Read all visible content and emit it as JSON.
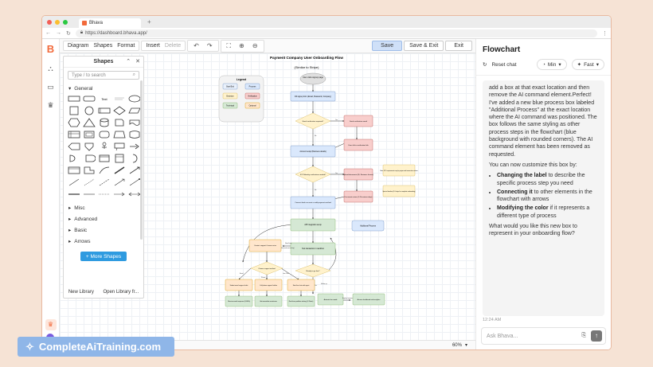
{
  "browser": {
    "tab_title": "Bhava",
    "url": "https://dashboard.bhava.app/"
  },
  "menu": {
    "items": [
      "Diagram",
      "Shapes",
      "Format"
    ],
    "edit_items": [
      "Insert",
      "Delete"
    ],
    "save": "Save",
    "save_exit": "Save & Exit",
    "exit": "Exit"
  },
  "shapes_panel": {
    "title": "Shapes",
    "search_placeholder": "Type / to search",
    "general": "General",
    "categories": [
      "Misc",
      "Advanced",
      "Basic",
      "Arrows"
    ],
    "more_shapes": "+ More Shapes",
    "new_library": "New Library",
    "open_library": "Open Library fr..."
  },
  "diagram": {
    "title": "Payment Company User Onboarding Flow",
    "subtitle": "(Similar to Stripe)",
    "legend_title": "Legend",
    "legend": [
      "Start/End",
      "Process",
      "Decision",
      "Verification",
      "Technical",
      "Optional"
    ],
    "nodes": {
      "visit": "User visits signup page",
      "signup": "Fill signup form (Email, Password, Company)",
      "email_q": "Email verification required?",
      "send_email": "Send verification email",
      "click_link": "User clicks verification link",
      "account_setup": "Account setup (Business details)",
      "kyc_q": "KYC/Identity verification needed?",
      "upload": "Upload documents (ID, Business license)",
      "review": "Document review (1-3 business days)",
      "note_kyc": "Note: KYC requirements vary by region and transaction volume",
      "special": "Special timeline (3-5 days for complete onboarding)",
      "connect_bank": "Connect bank account or add payment method",
      "api": "API integration setup",
      "additional": "Additional Process",
      "contact": "Contact support if issues arise",
      "test": "Test transaction in sandbox",
      "ready_q": "Ready to go live?",
      "choose": "Choose support method",
      "ticket": "Submit email support ticket",
      "phone": "Call phone support hotline",
      "chat": "Start live chat with agent",
      "resolution": "Receive email response (24-48h)",
      "immediate": "Get immediate assistance",
      "realtime": "Real-time problem solving (5-15min)",
      "activate": "Activate live mode",
      "dashboard": "Access dashboard and analytics"
    },
    "edge_labels": {
      "yes": "Yes",
      "no": "No",
      "need_help": "Need help",
      "no_continue": "No (continue testing)",
      "email": "Email",
      "phone": "Phone",
      "live_chat": "Live Chat",
      "follow_up": "Follow up",
      "explore": "Explore features"
    }
  },
  "zoom": "60%",
  "chat": {
    "title": "Flowchart",
    "reset": "Reset chat",
    "mode": "Min",
    "speed": "Fast",
    "message_p1": "add a box at that exact location and then remove the AI command element.Perfect! I've added a new blue process box labeled \"Additional Process\" at the exact location where the AI command was positioned. The box follows the same styling as other process steps in the flowchart (blue background with rounded corners). The AI command element has been removed as requested.",
    "message_p2": "You can now customize this box by:",
    "bullets": [
      {
        "bold": "Changing the label",
        "rest": " to describe the specific process step you need"
      },
      {
        "bold": "Connecting it",
        "rest": " to other elements in the flowchart with arrows"
      },
      {
        "bold": "Modifying the color",
        "rest": " if it represents a different type of process"
      }
    ],
    "message_p3": "What would you like this new box to represent in your onboarding flow?",
    "time": "12:24 AM",
    "input_placeholder": "Ask Bhava..."
  },
  "watermark": "CompleteAiTraining.com"
}
